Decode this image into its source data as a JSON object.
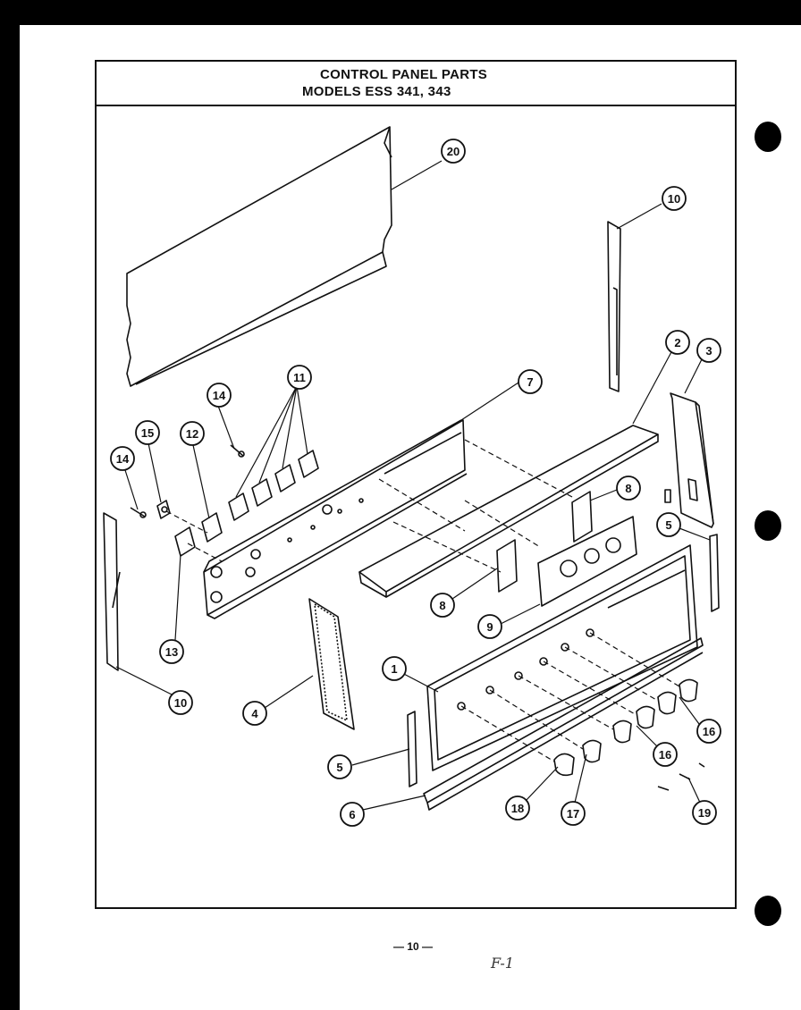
{
  "header": {
    "title": "CONTROL PANEL PARTS",
    "subtitle": "MODELS ESS 341, 343"
  },
  "callouts": [
    {
      "id": "c20",
      "label": "20"
    },
    {
      "id": "c10a",
      "label": "10"
    },
    {
      "id": "c2",
      "label": "2"
    },
    {
      "id": "c3",
      "label": "3"
    },
    {
      "id": "c7",
      "label": "7"
    },
    {
      "id": "c11",
      "label": "11"
    },
    {
      "id": "c14a",
      "label": "14"
    },
    {
      "id": "c15",
      "label": "15"
    },
    {
      "id": "c12",
      "label": "12"
    },
    {
      "id": "c14b",
      "label": "14"
    },
    {
      "id": "c8a",
      "label": "8"
    },
    {
      "id": "c5a",
      "label": "5"
    },
    {
      "id": "c8b",
      "label": "8"
    },
    {
      "id": "c9",
      "label": "9"
    },
    {
      "id": "c13",
      "label": "13"
    },
    {
      "id": "c10b",
      "label": "10"
    },
    {
      "id": "c1",
      "label": "1"
    },
    {
      "id": "c4",
      "label": "4"
    },
    {
      "id": "c16a",
      "label": "16"
    },
    {
      "id": "c16b",
      "label": "16"
    },
    {
      "id": "c5b",
      "label": "5"
    },
    {
      "id": "c6",
      "label": "6"
    },
    {
      "id": "c18",
      "label": "18"
    },
    {
      "id": "c17",
      "label": "17"
    },
    {
      "id": "c19",
      "label": "19"
    }
  ],
  "footer": {
    "page_number": "— 10 —",
    "mark": "F-1"
  },
  "colors": {
    "ink": "#111111",
    "paper": "#ffffff",
    "background": "#000000"
  }
}
